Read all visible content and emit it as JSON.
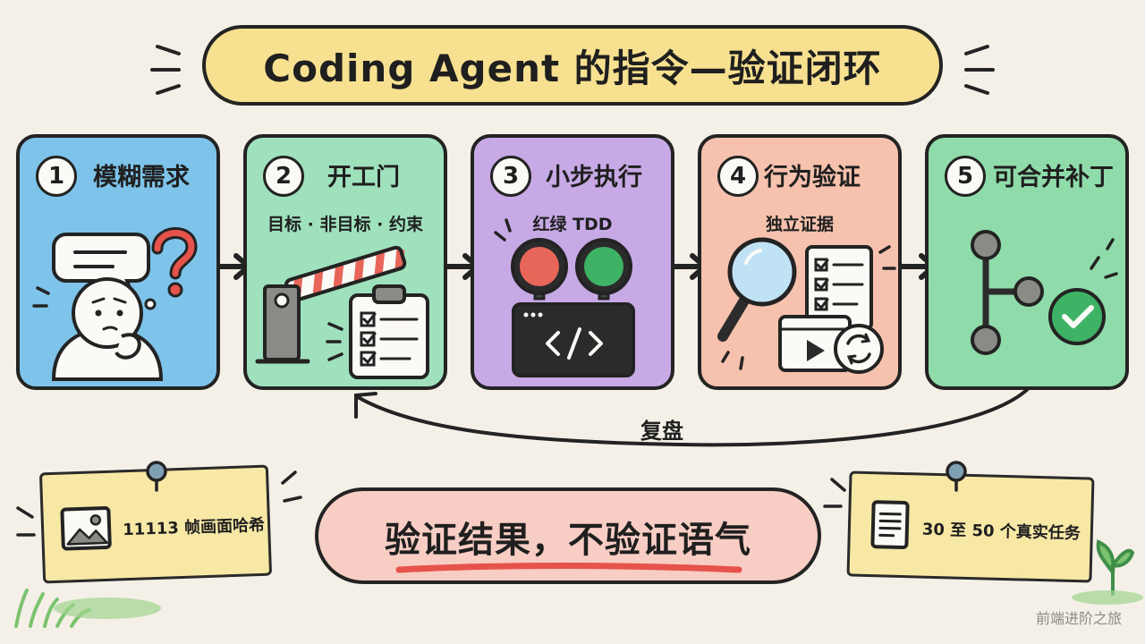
{
  "title": "Coding Agent 的指令—验证闭环",
  "steps": [
    {
      "number": "1",
      "label": "模糊需求",
      "sub": "",
      "color": "#7ec4ea"
    },
    {
      "number": "2",
      "label": "开工门",
      "sub": "目标 · 非目标 · 约束",
      "color": "#9fe0bd"
    },
    {
      "number": "3",
      "label": "小步执行",
      "sub": "红绿 TDD",
      "color": "#c7a9e6"
    },
    {
      "number": "4",
      "label": "行为验证",
      "sub": "独立证据",
      "color": "#f7c2ad"
    },
    {
      "number": "5",
      "label": "可合并补丁",
      "sub": "",
      "color": "#8fdcaa"
    }
  ],
  "loop_label": "复盘",
  "notes": {
    "left": {
      "text": "11113 帧画面哈希",
      "icon": "image-icon"
    },
    "right": {
      "text": "30 至 50 个真实任务",
      "icon": "document-icon"
    }
  },
  "slogan": "验证结果，不验证语气",
  "watermark": "前端进阶之旅",
  "colors": {
    "title_bg": "#f7e190",
    "slogan_bg": "#f7cdc4",
    "note_bg": "#f7e8a6",
    "red_light": "#e8655a",
    "green_light": "#3fb365"
  }
}
